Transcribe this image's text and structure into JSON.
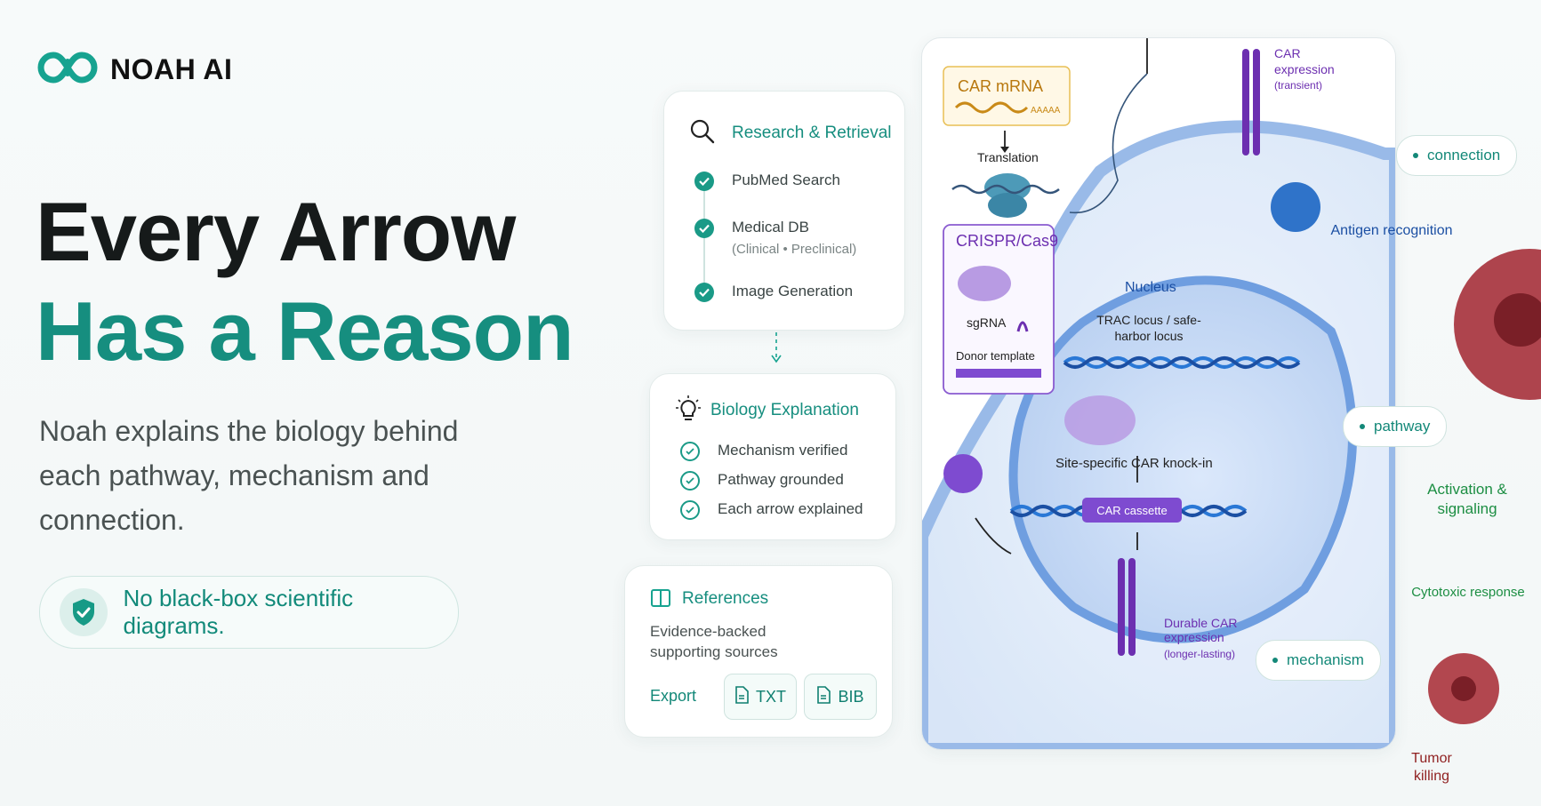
{
  "brand": {
    "name": "NOAH AI",
    "logo_icon": "infinity-n-logo-icon",
    "accent": "#168e7f"
  },
  "hero": {
    "line1": "Every Arrow",
    "line2": "Has a Reason",
    "subtitle": "Noah explains the biology behind each pathway, mechanism and connection.",
    "badge": "No black-box scientific diagrams.",
    "badge_icon": "shield-check-icon"
  },
  "research_card": {
    "title": "Research & Retrieval",
    "icon": "search-icon",
    "steps": [
      {
        "label": "PubMed Search",
        "detail": ""
      },
      {
        "label": "Medical DB",
        "detail": "(Clinical • Preclinical)"
      },
      {
        "label": "Image Generation",
        "detail": ""
      }
    ]
  },
  "biology_card": {
    "title": "Biology Explanation",
    "icon": "lightbulb-icon",
    "checks": [
      "Mechanism verified",
      "Pathway grounded",
      "Each arrow explained"
    ]
  },
  "references_card": {
    "title": "References",
    "icon": "book-icon",
    "description": "Evidence-backed supporting sources",
    "export_label": "Export",
    "buttons": [
      {
        "label": "TXT",
        "icon": "file-icon"
      },
      {
        "label": "BIB",
        "icon": "file-icon"
      }
    ]
  },
  "diagram": {
    "car_mrna": "CAR mRNA",
    "polya": "AAAAA",
    "translation": "Translation",
    "crispr": "CRISPR/Cas9",
    "sgrna": "sgRNA",
    "donor": "Donor template",
    "nucleus": "Nucleus",
    "locus": "TRAC locus / safe-harbor locus",
    "knockin": "Site-specific CAR knock-in",
    "cassette": "CAR cassette",
    "durable_1": "Durable CAR expression",
    "durable_2": "(longer-lasting)",
    "car_expr_1": "CAR expression",
    "car_expr_2": "(transient)",
    "antigen": "Antigen recognition",
    "activation": "Activation & signaling",
    "cytotoxic": "Cytotoxic response",
    "tumor": "Tumor killing",
    "tags": {
      "connection": "connection",
      "pathway": "pathway",
      "mechanism": "mechanism"
    }
  }
}
